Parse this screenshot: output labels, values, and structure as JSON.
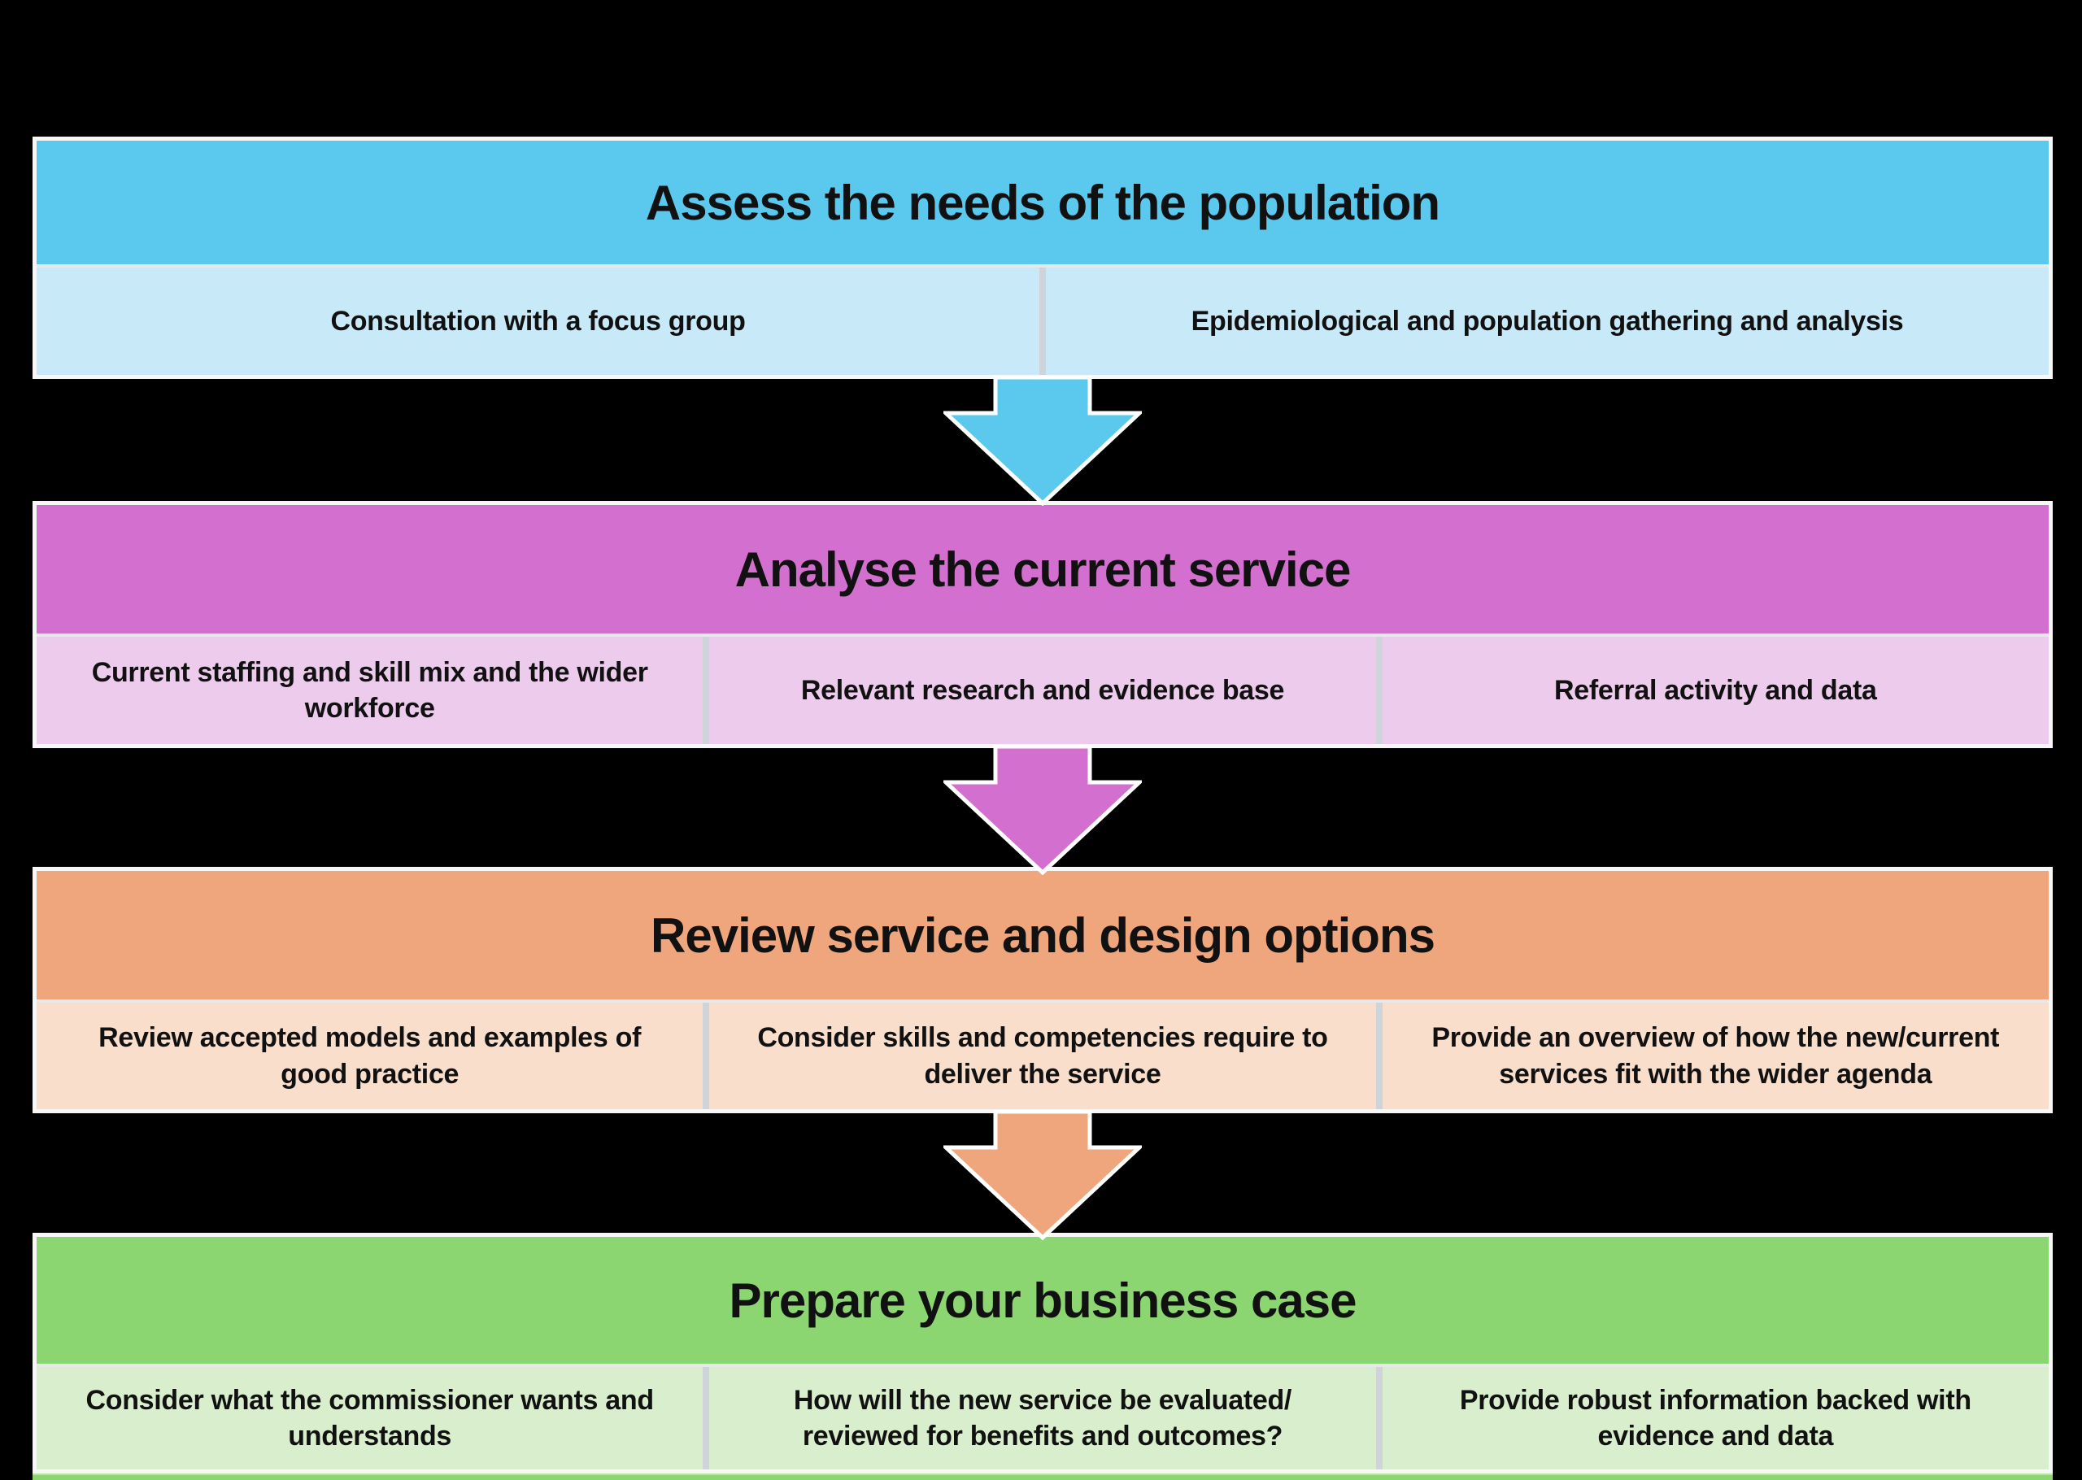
{
  "background_color": "#000000",
  "border_color": "#f7f7f7",
  "bands": [
    {
      "title": "Assess the needs of the population",
      "header_color": "#5BC8EE",
      "cell_color": "#C8E9F7",
      "cells": [
        "Consultation with a focus group",
        "Epidemiological and population gathering and analysis"
      ]
    },
    {
      "title": "Analyse the current service",
      "header_color": "#D36FCE",
      "cell_color": "#EDCBEC",
      "cells": [
        "Current staffing and skill mix and the wider workforce",
        "Relevant research and evidence base",
        "Referral activity and data"
      ]
    },
    {
      "title": "Review service and design options",
      "header_color": "#F0A67D",
      "cell_color": "#F9DECC",
      "cells": [
        "Review accepted models and examples of good practice",
        "Consider skills and competencies require to deliver the service",
        "Provide an overview of how the new/current services fit with the wider agenda"
      ]
    },
    {
      "title": "Prepare your business case",
      "header_color": "#8CD672",
      "cell_color": "#D9EECC",
      "cells": [
        "Consider what the commissioner wants and understands",
        "How will the new service be evaluated/ reviewed for benefits and outcomes?",
        "Provide robust information backed with evidence and data"
      ]
    }
  ],
  "arrows": [
    {
      "color": "#5BC8EE"
    },
    {
      "color": "#D36FCE"
    },
    {
      "color": "#F0A67D"
    }
  ],
  "footer_strip_color": "#8CD672"
}
